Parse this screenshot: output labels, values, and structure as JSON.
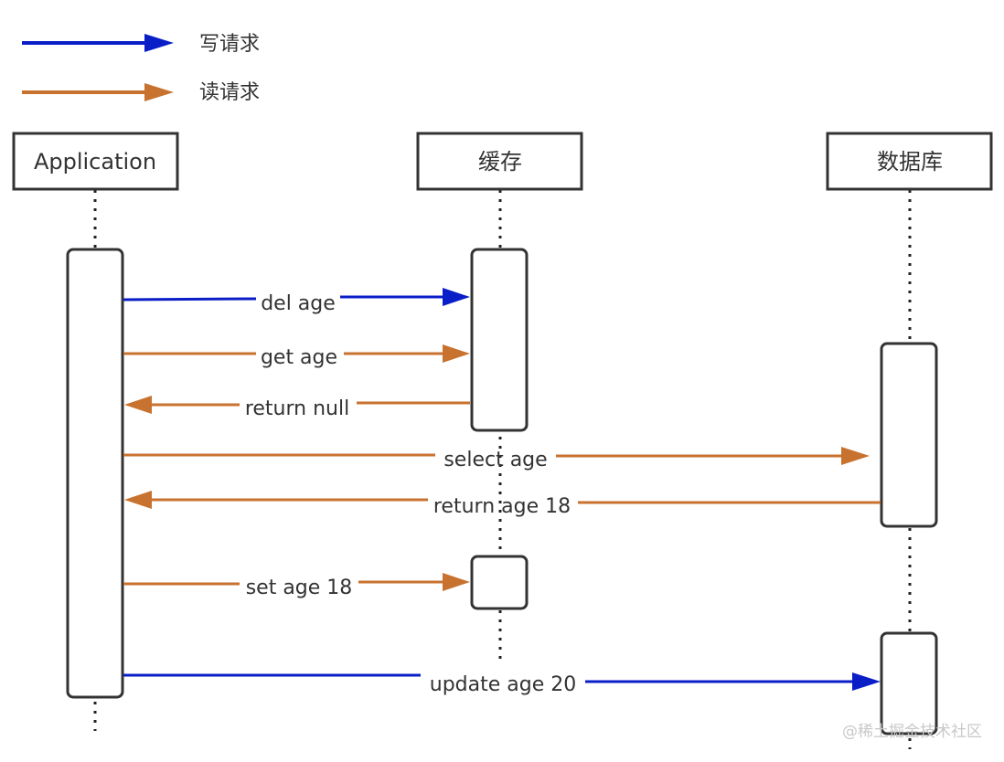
{
  "legend": {
    "write": {
      "label": "写请求",
      "color": "#0a1ec8"
    },
    "read": {
      "label": "读请求",
      "color": "#c8722f"
    }
  },
  "participants": {
    "application": "Application",
    "cache": "缓存",
    "database": "数据库"
  },
  "messages": {
    "del_age": "del age",
    "get_age": "get age",
    "return_null": "return null",
    "select_age": "select age",
    "return_age": "return age 18",
    "set_age": "set age 18",
    "update_age": "update age 20"
  },
  "watermark": "@稀土掘金技术社区"
}
